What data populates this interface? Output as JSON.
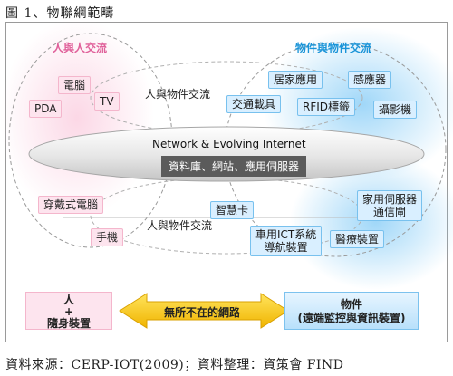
{
  "figure_title": "圖 1、物聯網範疇",
  "source_note": "資料來源：CERP-IOT(2009)；資料整理：資策會 FIND",
  "groups": {
    "person_to_person": "人與人交流",
    "thing_to_thing": "物件與物件交流",
    "person_to_thing_top": "人與物件交流",
    "person_to_thing_bottom": "人與物件交流"
  },
  "person_devices": [
    "電腦",
    "PDA",
    "TV",
    "穿戴式電腦",
    "手機"
  ],
  "things_top": [
    "居家應用",
    "感應器",
    "交通載具",
    "RFID標籤",
    "攝影機"
  ],
  "things_bottom": [
    "智慧卡",
    "家用伺服器",
    "通信閘",
    "車用ICT系統",
    "導航裝置",
    "醫療裝置"
  ],
  "network": {
    "title": "Network & Evolving Internet",
    "servers": "資料庫、網站、應用伺服器"
  },
  "bottom": {
    "left_line1": "人",
    "left_plus": "+",
    "left_line2": "隨身裝置",
    "arrow_label": "無所不在的網路",
    "right_line1": "物件",
    "right_line2": "(遠端監控與資訊裝置)"
  },
  "colors": {
    "pink_fill": "#fde4ee",
    "blue_fill": "#d9efff",
    "arrow_yellow": "#f5c400",
    "server_gray": "#5b5b5b"
  }
}
